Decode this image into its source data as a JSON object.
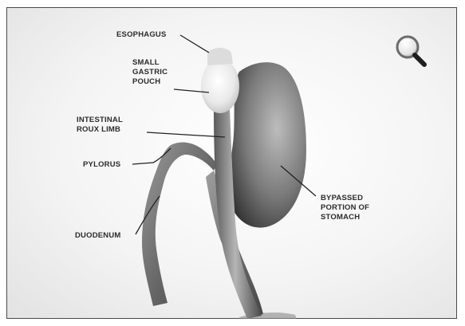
{
  "labels": {
    "esophagus": "ESOPHAGUS",
    "pouch": [
      "SMALL",
      "GASTRIC",
      "POUCH"
    ],
    "roux": [
      "INTESTINAL",
      "ROUX LIMB"
    ],
    "pylorus": "PYLORUS",
    "duodenum": "DUODENUM",
    "bypassed": [
      "BYPASSED",
      "PORTION OF",
      "STOMACH"
    ]
  },
  "icons": {
    "zoom": "magnifier-icon"
  }
}
